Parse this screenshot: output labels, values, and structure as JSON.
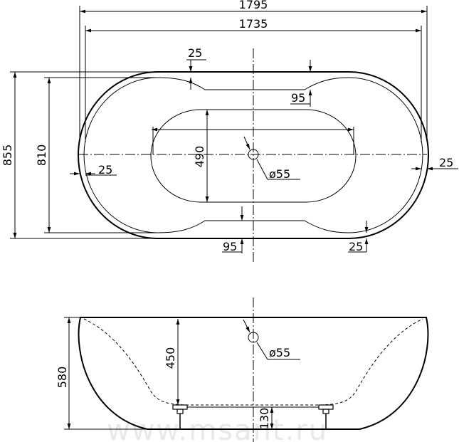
{
  "top_view": {
    "overall_length": "1795",
    "inner_length": "1735",
    "rim_top": "25",
    "waist_top": "95",
    "overall_width": "855",
    "inner_width": "810",
    "rim_left": "25",
    "basin_width": "490",
    "drain": "ø55",
    "rim_right": "25",
    "waist_bottom": "95",
    "rim_bottom": "25"
  },
  "side_view": {
    "height": "580",
    "depth": "450",
    "drain": "ø55",
    "leg_height": "130"
  },
  "watermark": "www.msant.ru"
}
